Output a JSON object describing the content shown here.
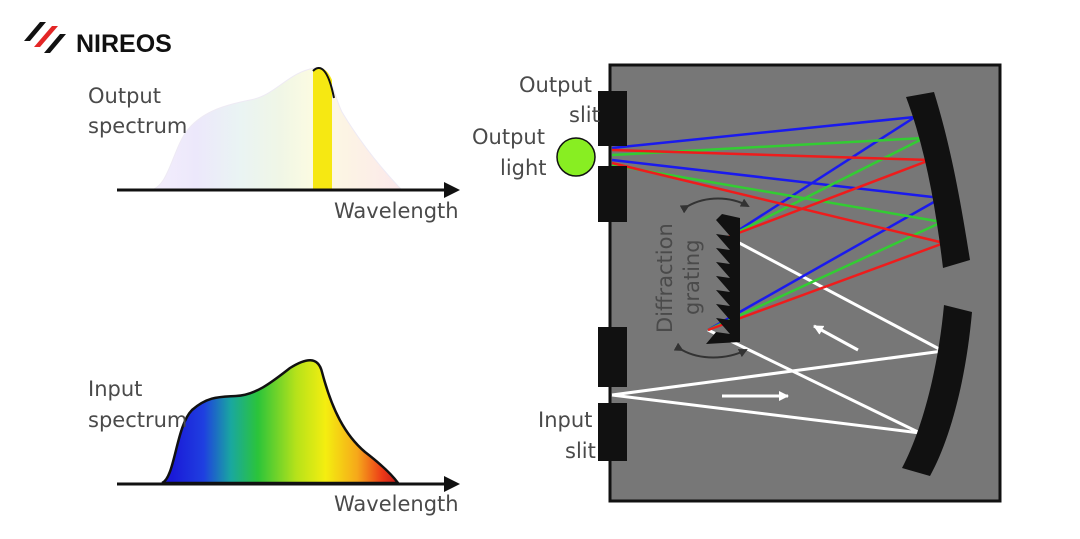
{
  "brand": {
    "name": "NIREOS",
    "icon": "nireos-logo-icon",
    "accent": "#e32626"
  },
  "output_plot": {
    "label_line1": "Output",
    "label_line2": "spectrum",
    "axis_label": "Wavelength",
    "selected_band_color": "#f6e812"
  },
  "input_plot": {
    "label_line1": "Input",
    "label_line2": "spectrum",
    "axis_label": "Wavelength"
  },
  "monochromator": {
    "output_slit_line1": "Output",
    "output_slit_line2": "slit",
    "output_light_line1": "Output",
    "output_light_line2": "light",
    "grating_line1": "Diffraction",
    "grating_line2": "grating",
    "input_slit_line1": "Input",
    "input_slit_line2": "slit",
    "box_color": "#777777",
    "output_light_color": "#88ee22",
    "ray_colors": {
      "input": "#ffffff",
      "blue": "#1a1aee",
      "green": "#33cc33",
      "red": "#ee1c1c"
    }
  }
}
